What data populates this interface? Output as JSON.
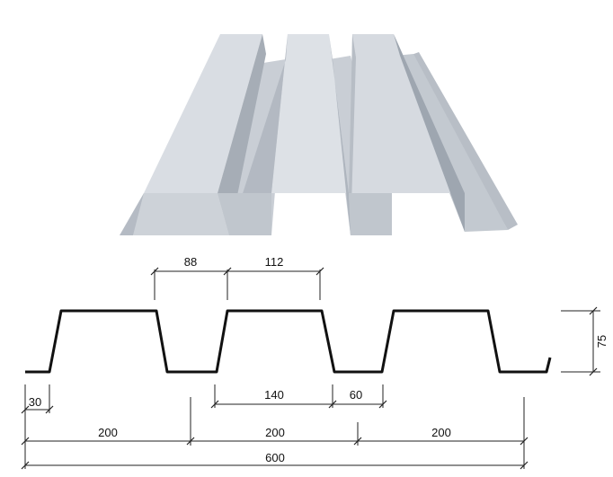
{
  "dimensions": {
    "top_width": "88",
    "pitch_half": "112",
    "trough_span": "140",
    "trough_bottom": "60",
    "edge": "30",
    "module_1": "200",
    "module_2": "200",
    "module_3": "200",
    "total_width": "600",
    "height": "75"
  },
  "colors": {
    "profile_line": "#111111",
    "dimension_line": "#222222",
    "sheet_light": "#dfe3e8",
    "sheet_mid": "#c4cad2",
    "sheet_dark": "#9aa2ac"
  }
}
